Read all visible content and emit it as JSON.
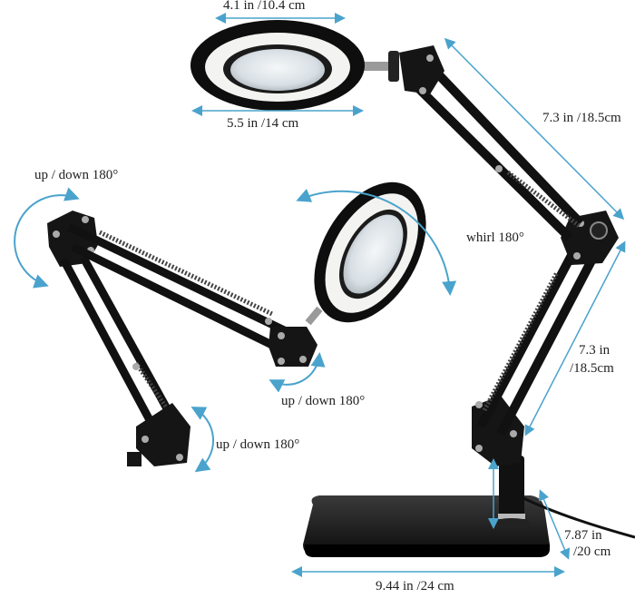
{
  "dimensions": {
    "ring_outer": "4.1 in /10.4 cm",
    "head_width": "5.5 in /14 cm",
    "upper_arm": "7.3 in /18.5cm",
    "lower_arm_in": "7.3 in",
    "lower_arm_cm": "/18.5cm",
    "base_depth_in": "7.87 in",
    "base_depth_cm": "/20 cm",
    "base_width": "9.44 in /24 cm"
  },
  "rotations": {
    "top_joint": "up / down 180°",
    "head_joint": "up / down 180°",
    "base_joint": "up / down 180°",
    "head_whirl": "whirl 180°"
  },
  "colors": {
    "dimension_line": "#4aa3cc",
    "lamp_body": "#111111",
    "led_ring": "#f3f3f1",
    "lens": "#dfe6ea"
  }
}
